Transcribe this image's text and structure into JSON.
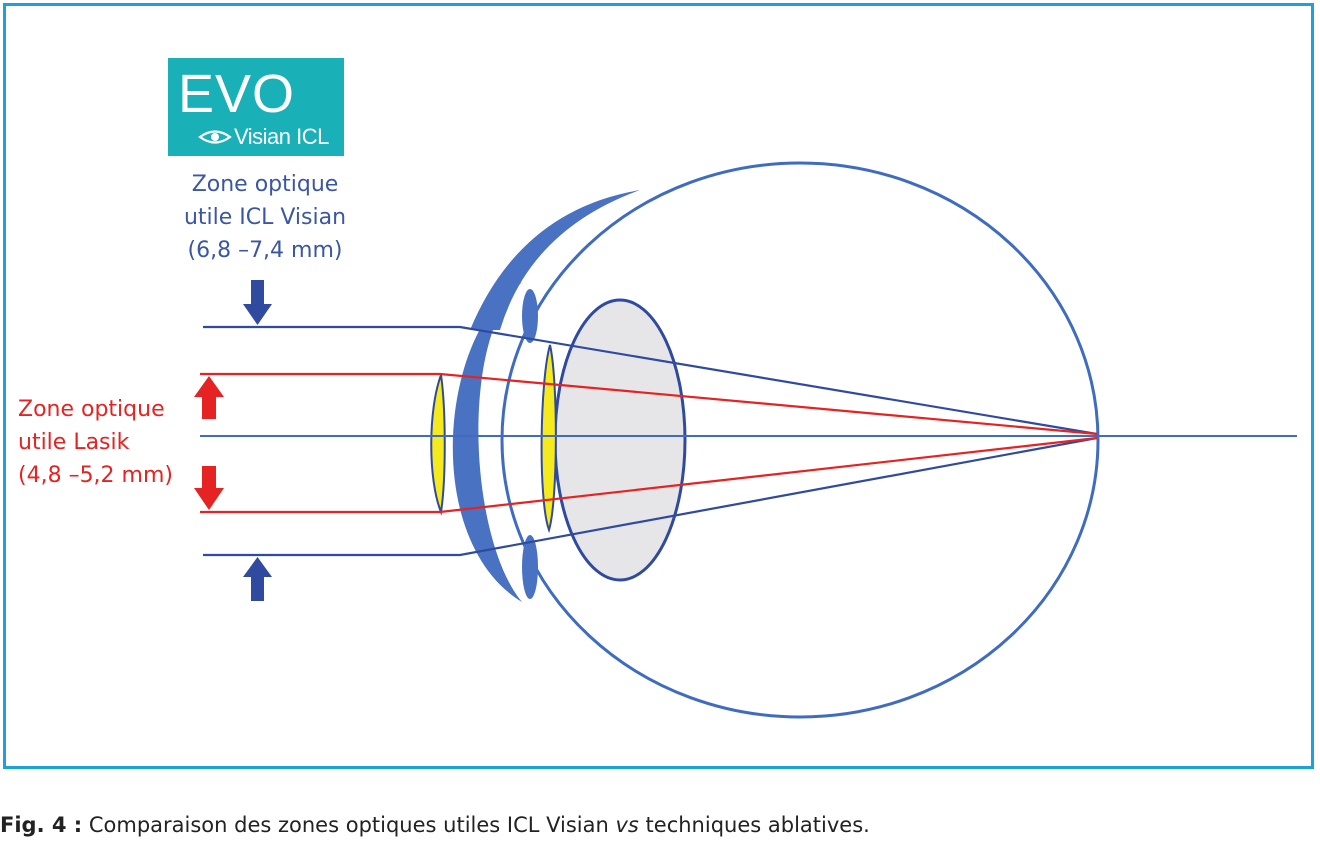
{
  "logo": {
    "brand": "EVO",
    "subtitle": "Visian ICL"
  },
  "labels": {
    "icl": [
      "Zone optique",
      "utile ICL Visian",
      "(6,8 –7,4 mm)"
    ],
    "lasik": [
      "Zone optique",
      "utile Lasik",
      "(4,8 –5,2 mm)"
    ]
  },
  "caption": {
    "prefix": "Fig. 4 :",
    "text_before": " Comparaison des zones optiques utiles ICL Visian ",
    "italic": "vs",
    "text_after": " techniques ablatives."
  },
  "colors": {
    "frame": "#1ea0d8",
    "eye_blue": "#4a72c2",
    "ray_blue": "#2f4a9e",
    "ray_red": "#e52322",
    "lens_yellow": "#f5ea1e",
    "crystalline_fill": "#e6e6e8",
    "logo_teal": "#1ab0b8"
  }
}
